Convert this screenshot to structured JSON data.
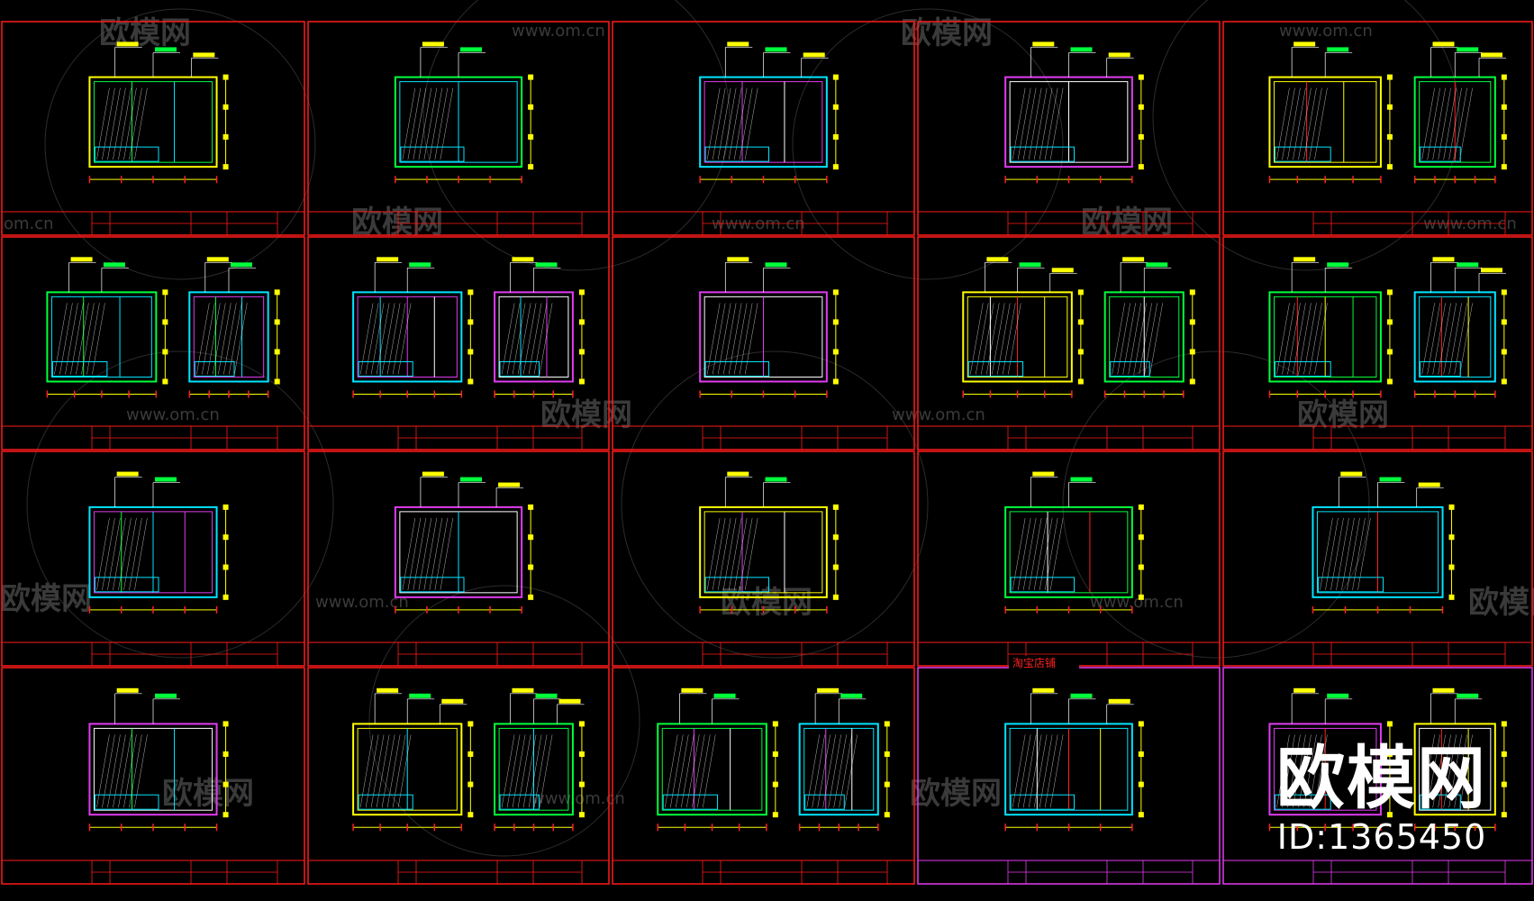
{
  "watermark": {
    "brand": "欧模网",
    "url": "www.om.cn",
    "url_short": "om.cn"
  },
  "labels": {
    "sheet_title": "淘宝店铺"
  },
  "brand_overlay": {
    "logo": "欧模网",
    "id": "ID:1365450"
  },
  "colors": {
    "background": "#000000",
    "sheet_border": "#ff1a1a",
    "sheet_border_alt": "#e63cf0",
    "line_yellow": "#ffff00",
    "line_green": "#00ff3c",
    "line_cyan": "#00e5ff",
    "line_magenta": "#e03cf0",
    "line_white": "#ffffff",
    "line_red": "#ff2020"
  }
}
